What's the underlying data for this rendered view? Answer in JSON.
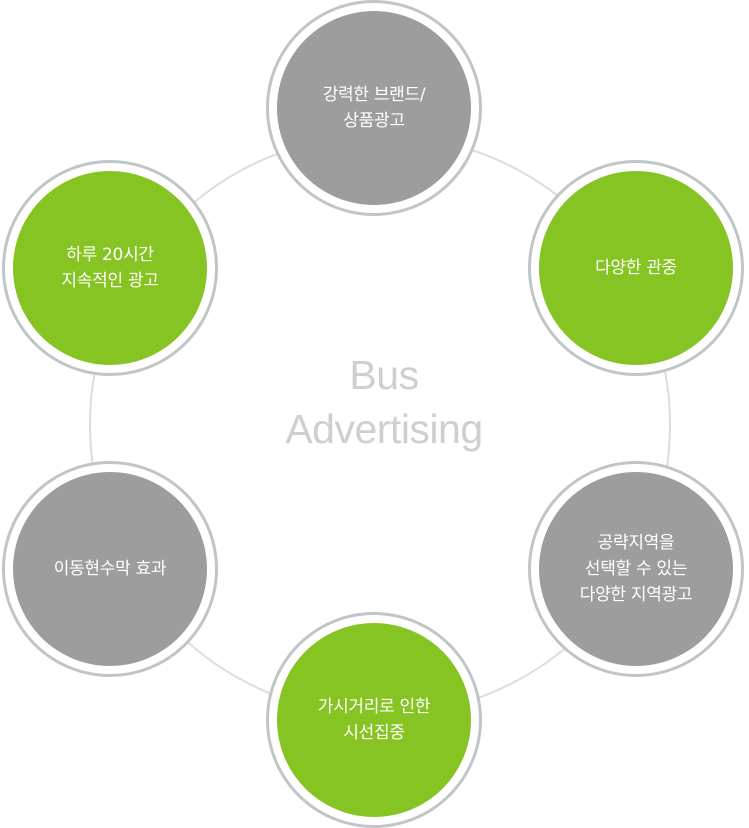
{
  "title": {
    "line1": "Bus",
    "line2": "Advertising"
  },
  "colors": {
    "green": "#85c422",
    "gray": "#9d9d9d",
    "ring": "#d9dee0",
    "node_border": "#bfc6c9",
    "title_text": "#cfcfcf"
  },
  "nodes": [
    {
      "id": "top",
      "color": "gray",
      "lines": [
        "강력한 브랜드/",
        "상품광고"
      ]
    },
    {
      "id": "upper-right",
      "color": "green",
      "lines": [
        "다양한 관중"
      ]
    },
    {
      "id": "lower-right",
      "color": "gray",
      "lines": [
        "공략지역을",
        "선택할 수 있는",
        "다양한 지역광고"
      ]
    },
    {
      "id": "bottom",
      "color": "green",
      "lines": [
        "가시거리로 인한",
        "시선집중"
      ]
    },
    {
      "id": "lower-left",
      "color": "gray",
      "lines": [
        "이동현수막 효과"
      ]
    },
    {
      "id": "upper-left",
      "color": "green",
      "lines": [
        "하루 20시간",
        "지속적인 광고"
      ]
    }
  ]
}
